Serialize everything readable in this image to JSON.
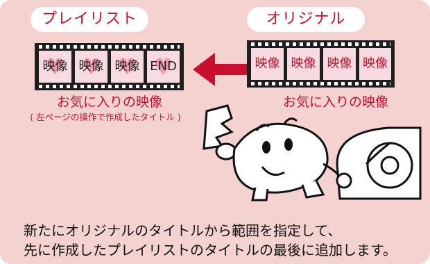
{
  "labels": {
    "playlist": "プレイリスト",
    "original": "オリジナル"
  },
  "playlist_frames": [
    "映像",
    "映像",
    "映像",
    "END"
  ],
  "original_frames": [
    "映像",
    "映像",
    "映像",
    "映像"
  ],
  "captions": {
    "left": "お気に入りの映像",
    "right": "お気に入りの映像",
    "left_note": "( 左ページの操作で作成したタイトル )"
  },
  "explanation": {
    "line1": "新たにオリジナルのタイトルから範囲を指定して、",
    "line2": "先に作成したプレイリストのタイトルの最後に追加します。"
  },
  "colors": {
    "panel_bg": "#f3d2d0",
    "accent_red": "#c8102e",
    "film": "#1f1f1f",
    "frame_bg": "#f8dbe0",
    "heart": "#ee9aa8"
  },
  "icons": {
    "arrow": "arrow-left-icon",
    "frame_heart": "heart-icon",
    "mascot": "cartoon-character-with-tape-dispenser"
  }
}
